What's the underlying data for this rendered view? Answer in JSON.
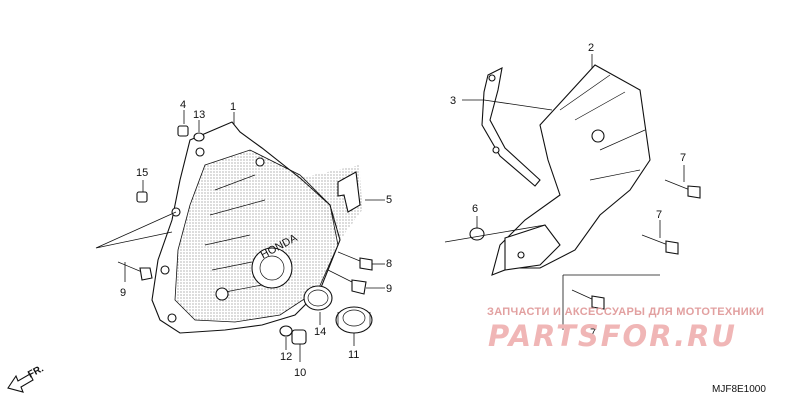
{
  "diagram": {
    "callouts": [
      {
        "id": "c1",
        "text": "1"
      },
      {
        "id": "c2",
        "text": "2"
      },
      {
        "id": "c3",
        "text": "3"
      },
      {
        "id": "c4",
        "text": "4"
      },
      {
        "id": "c5",
        "text": "5"
      },
      {
        "id": "c6",
        "text": "6"
      },
      {
        "id": "c7a",
        "text": "7"
      },
      {
        "id": "c7b",
        "text": "7"
      },
      {
        "id": "c7c",
        "text": "7"
      },
      {
        "id": "c8",
        "text": "8"
      },
      {
        "id": "c9a",
        "text": "9"
      },
      {
        "id": "c9b",
        "text": "9"
      },
      {
        "id": "c10",
        "text": "10"
      },
      {
        "id": "c11",
        "text": "11"
      },
      {
        "id": "c12",
        "text": "12"
      },
      {
        "id": "c13",
        "text": "13"
      },
      {
        "id": "c14",
        "text": "14"
      },
      {
        "id": "c15",
        "text": "15"
      }
    ],
    "cover_brand": "HONDA",
    "direction_label": "FR.",
    "diagram_code": "MJF8E1000"
  },
  "watermark": {
    "tagline": "ЗАПЧАСТИ И АКСЕССУАРЫ ДЛЯ МОТОТЕХНИКИ",
    "logo_text": "PARTSFOR.RU",
    "color": "#e8a3a3"
  }
}
